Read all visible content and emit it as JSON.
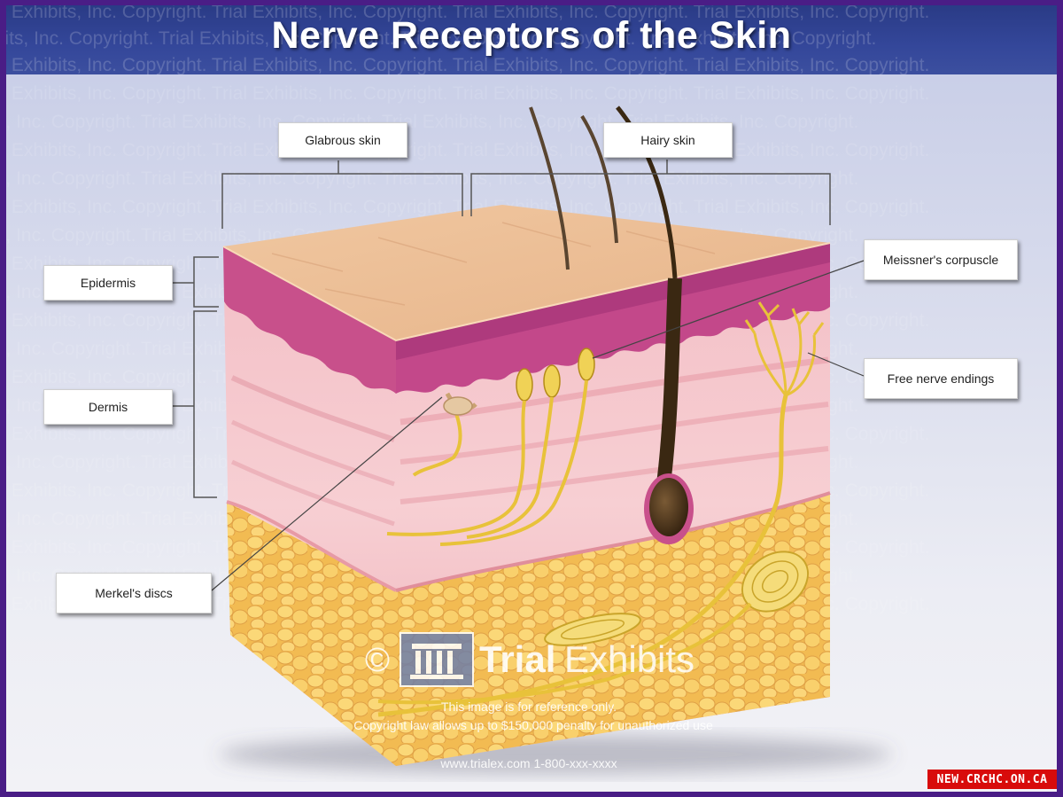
{
  "title": "Nerve Receptors of the Skin",
  "watermark_text": "Trial Exhibits, Inc. Copyright. Trial Exhibits, Inc. Copyright. Trial Exhibits, Inc. Copyright. Trial Exhibits, Inc. Copyright.",
  "labels": {
    "glabrous_skin": "Glabrous skin",
    "hairy_skin": "Hairy skin",
    "epidermis": "Epidermis",
    "dermis": "Dermis",
    "merkels_discs": "Merkel's discs",
    "meissners_corpuscle": "Meissner's corpuscle",
    "free_nerve_endings": "Free nerve endings"
  },
  "logo": {
    "copyright_symbol": "©",
    "brand_trial": "Trial",
    "brand_exhibits": "Exhibits",
    "line1": "This image is for reference only.",
    "line2": "Copyright law allows up to $150,000 penalty for unauthorized use",
    "line3": "www.trialex.com  1-800-xxx-xxxx"
  },
  "badge": "NEW.CRCHC.ON.CA",
  "colors": {
    "title_bar": "#34479a",
    "frame": "#4a1d86",
    "badge": "#d80b0b"
  }
}
